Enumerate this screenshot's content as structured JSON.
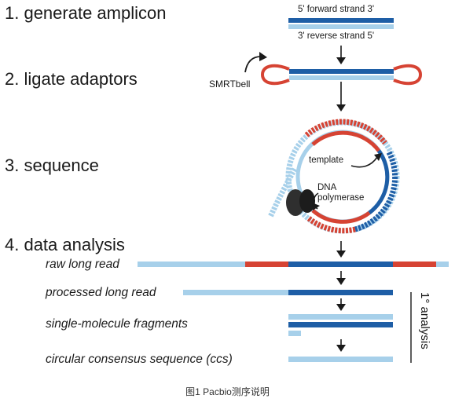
{
  "steps": {
    "s1": "1. generate amplicon",
    "s2": "2. ligate adaptors",
    "s3": "3. sequence",
    "s4": "4. data analysis"
  },
  "amplicon": {
    "forward": "5'  forward strand 3'",
    "reverse": "3'  reverse strand 5'"
  },
  "adaptor_label": "SMRTbell",
  "sequence_labels": {
    "template": "template",
    "polymerase_line1": "DNA",
    "polymerase_line2": "polymerase"
  },
  "analysis": {
    "raw": "raw long read",
    "processed": "processed long read",
    "fragments": "single-molecule fragments",
    "ccs": "circular consensus sequence (ccs)"
  },
  "side_label_line1": "1° analysis",
  "caption": "图1 Pacbio测序说明",
  "colors": {
    "light_blue": "#a7d0ea",
    "dark_blue": "#1e5ea6",
    "red": "#d64333"
  }
}
